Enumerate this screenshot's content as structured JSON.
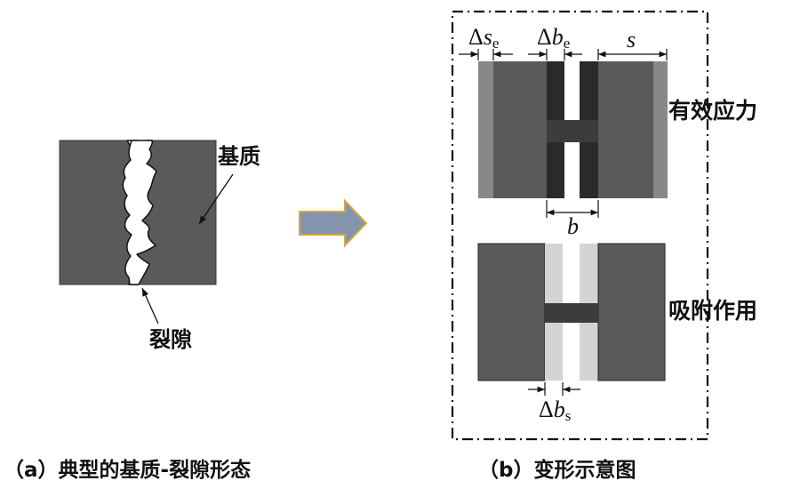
{
  "panel_a": {
    "label_matrix": "基质",
    "label_fracture": "裂隙",
    "caption": "（a）典型的基质-裂隙形态"
  },
  "panel_b": {
    "top": {
      "label_mechanism": "有效应力",
      "dim_delta_s_e": {
        "delta": "Δ",
        "var": "s",
        "sub": "e"
      },
      "dim_delta_b_e": {
        "delta": "Δ",
        "var": "b",
        "sub": "e"
      },
      "dim_s": {
        "var": "s"
      },
      "dim_b": {
        "var": "b"
      }
    },
    "bottom": {
      "label_mechanism": "吸附作用",
      "dim_delta_b_s": {
        "delta": "Δ",
        "var": "b",
        "sub": "s"
      }
    },
    "caption": "（b）变形示意图"
  },
  "colors": {
    "matrix": "#5a5a5a",
    "matrix_edge": "#888888",
    "fracture_wall_dark": "#2a2a2a",
    "bridge": "#3c3c3c",
    "swelling_strip": "#d4d4d4",
    "arrow_fill": "#8494ac",
    "arrow_stroke": "#d6a83a"
  }
}
